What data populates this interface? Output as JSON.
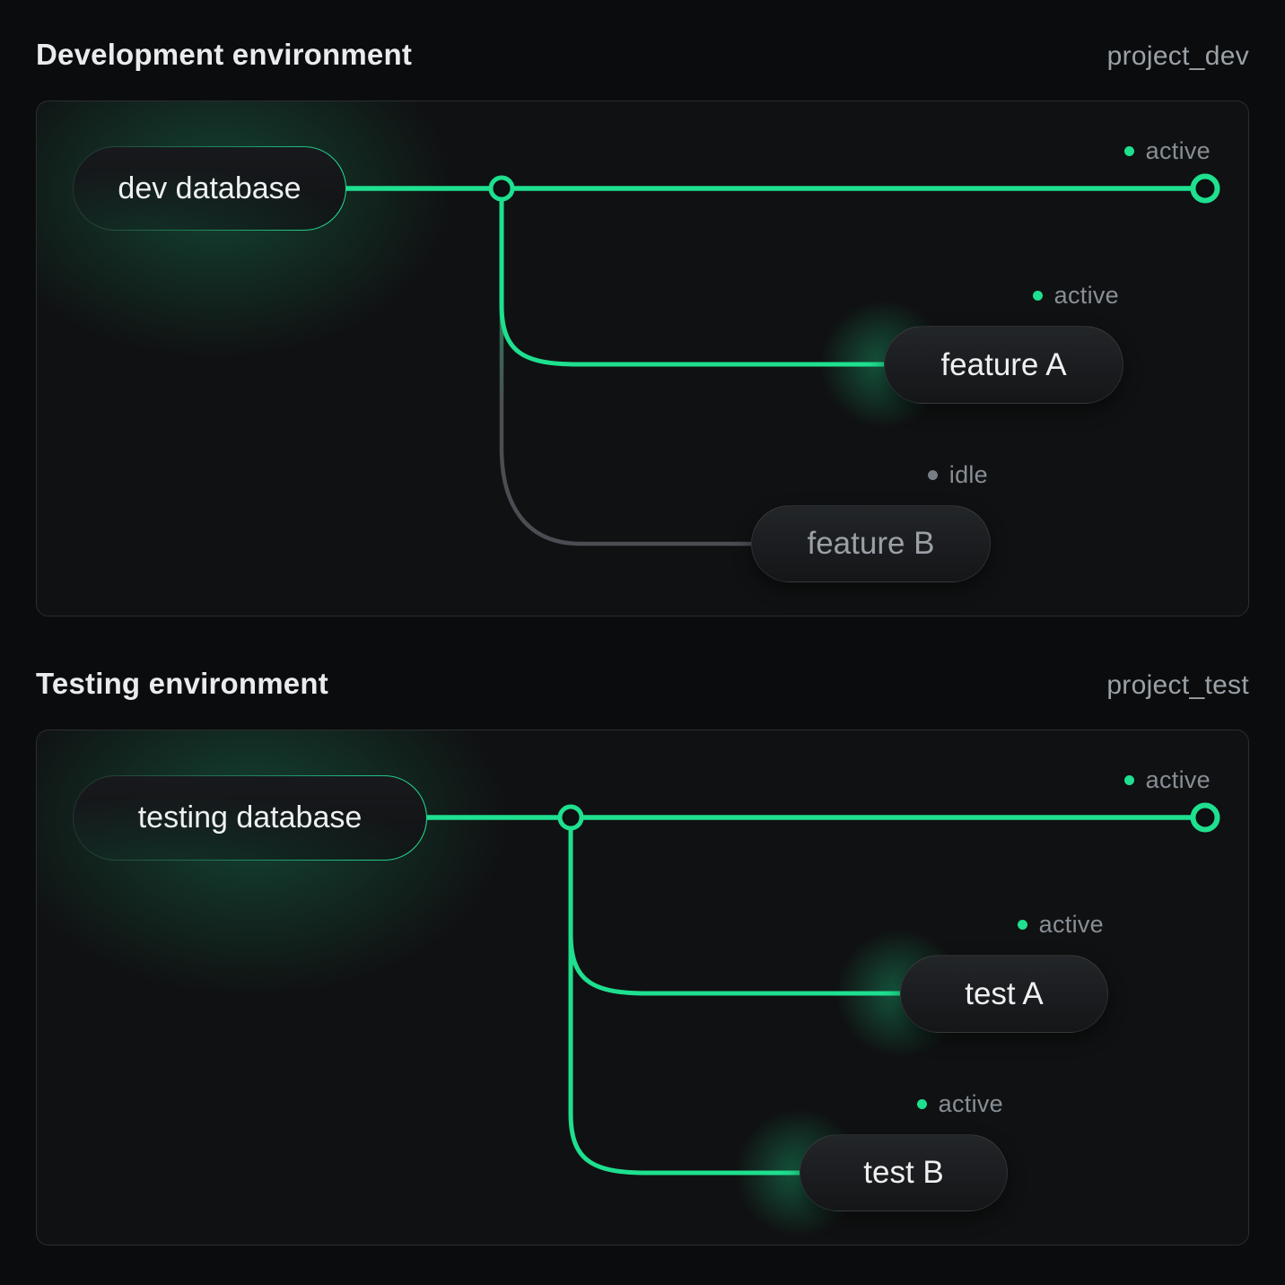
{
  "colors": {
    "accent_green": "#1ee08f",
    "idle_gray": "#4a4e53",
    "background": "#0b0c0d",
    "panel_border": "#2b2e30"
  },
  "environments": [
    {
      "title": "Development environment",
      "project": "project_dev",
      "database": {
        "label": "dev database"
      },
      "trunk_status": "active",
      "branches": [
        {
          "label": "feature A",
          "status": "active"
        },
        {
          "label": "feature B",
          "status": "idle"
        }
      ]
    },
    {
      "title": "Testing environment",
      "project": "project_test",
      "database": {
        "label": "testing database"
      },
      "trunk_status": "active",
      "branches": [
        {
          "label": "test A",
          "status": "active"
        },
        {
          "label": "test B",
          "status": "active"
        }
      ]
    }
  ]
}
